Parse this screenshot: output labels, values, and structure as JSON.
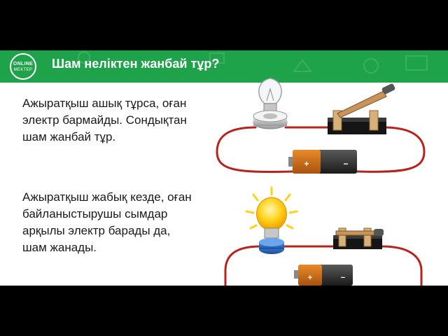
{
  "header": {
    "logo_text_top": "ONLINE",
    "logo_text_bottom": "MEKTEP",
    "title": "Шам неліктен жанбай тұр?"
  },
  "content": {
    "paragraph_open": [
      "Ажыратқыш ашық тұрса, оған",
      "электр бармайды. Сондықтан",
      "шам жанбай тұр."
    ],
    "paragraph_closed": [
      "Ажыратқыш жабық кезде, оған",
      "байланыстырушы сымдар",
      "арқылы электр барады да,",
      "шам жанады."
    ]
  },
  "battery": {
    "plus": "+",
    "minus": "−"
  },
  "colors": {
    "banner": "#1fa34a",
    "wire": "#b8231d",
    "bulb_on": "#ffd21a",
    "switch_wood": "#c9945a"
  }
}
